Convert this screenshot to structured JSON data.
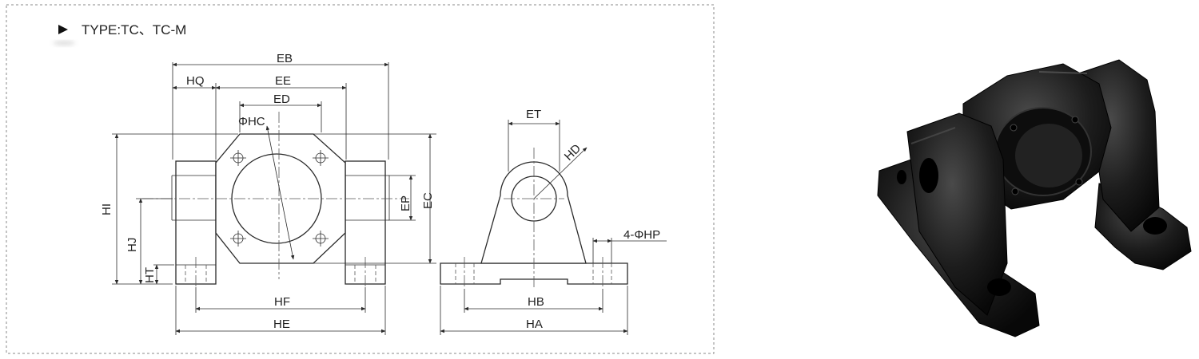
{
  "title": "TYPE:TC、TC-M",
  "dimensions": {
    "eb": "EB",
    "hq": "HQ",
    "ee": "EE",
    "ed": "ED",
    "phc": "ΦHC",
    "hi": "HI",
    "hj": "HJ",
    "ht": "HT",
    "ep": "EP",
    "ec": "EC",
    "hf": "HF",
    "he": "HE",
    "et": "ET",
    "hd": "HD",
    "php": "4-ΦHP",
    "hb": "HB",
    "ha": "HA"
  },
  "colors": {
    "line": "#2a2a2a",
    "frame": "#888888",
    "casting": "#1a1a1a"
  }
}
